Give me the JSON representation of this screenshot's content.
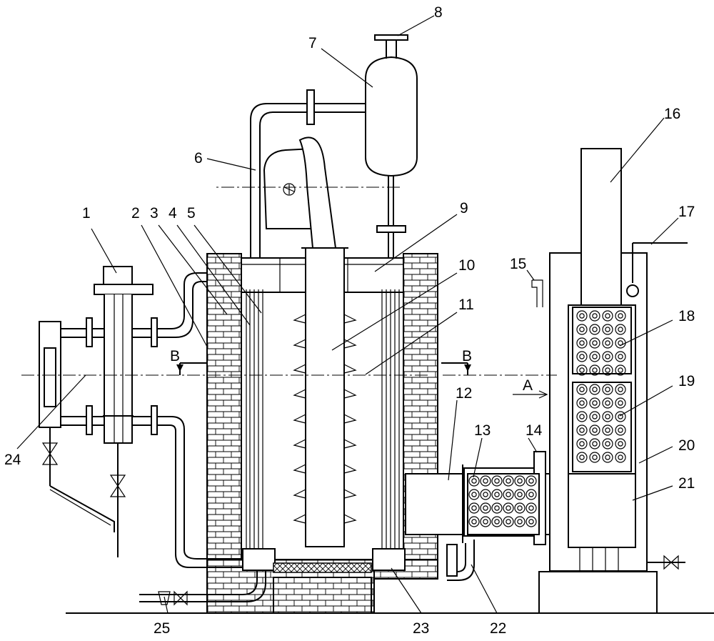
{
  "labels": {
    "n1": "1",
    "n2": "2",
    "n3": "3",
    "n4": "4",
    "n5": "5",
    "n6": "6",
    "n7": "7",
    "n8": "8",
    "n9": "9",
    "n10": "10",
    "n11": "11",
    "n12": "12",
    "n13": "13",
    "n14": "14",
    "n15": "15",
    "n16": "16",
    "n17": "17",
    "n18": "18",
    "n19": "19",
    "n20": "20",
    "n21": "21",
    "n22": "22",
    "n23": "23",
    "n24": "24",
    "n25": "25"
  },
  "section_marks": {
    "left": "B",
    "right": "B",
    "arrow": "A"
  }
}
